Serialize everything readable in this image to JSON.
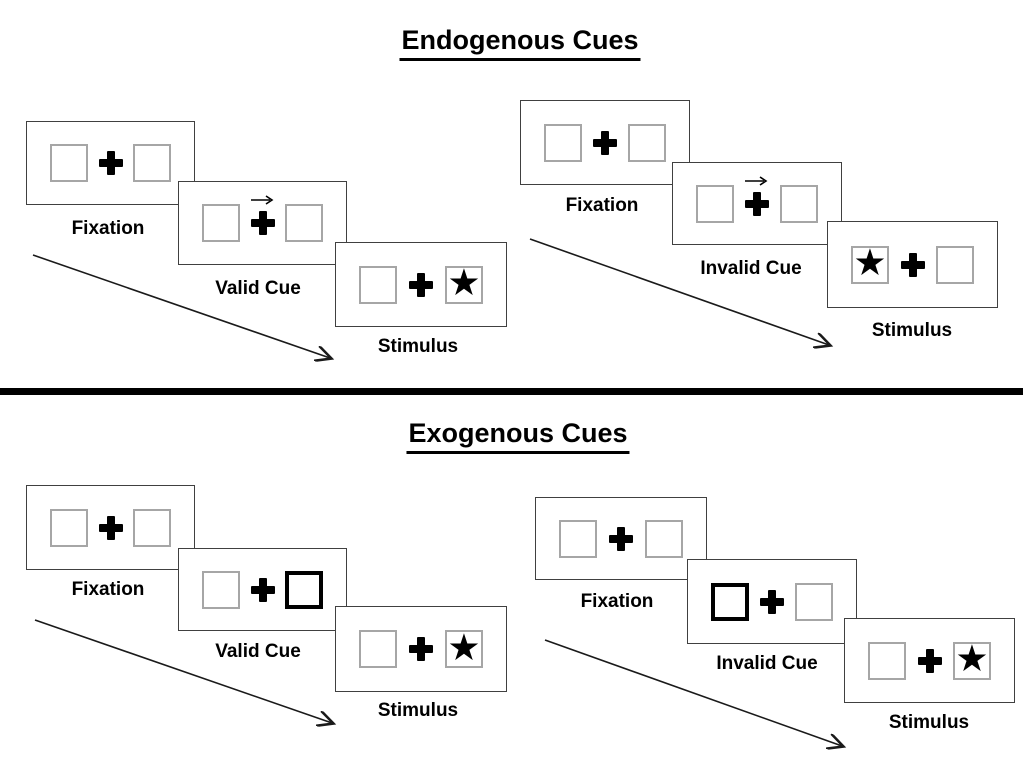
{
  "colors": {
    "background": "#ffffff",
    "ink": "#000000",
    "panel_border": "#404040",
    "placeholder_box_border": "#a6a6a6",
    "exogenous_cue_border": "#000000"
  },
  "glyphs": {
    "star": "★"
  },
  "endogenous": {
    "title": "Endogenous Cues",
    "valid": {
      "fixation_label": "Fixation",
      "cue_label": "Valid Cue",
      "stimulus_label": "Stimulus",
      "cue_type": "central-arrow",
      "cue_direction": "right",
      "target_side": "right"
    },
    "invalid": {
      "fixation_label": "Fixation",
      "cue_label": "Invalid Cue",
      "stimulus_label": "Stimulus",
      "cue_type": "central-arrow",
      "cue_direction": "right",
      "target_side": "left"
    }
  },
  "exogenous": {
    "title": "Exogenous Cues",
    "valid": {
      "fixation_label": "Fixation",
      "cue_label": "Valid Cue",
      "stimulus_label": "Stimulus",
      "cue_type": "peripheral-box-highlight",
      "highlighted_box": "right",
      "target_side": "right"
    },
    "invalid": {
      "fixation_label": "Fixation",
      "cue_label": "Invalid Cue",
      "stimulus_label": "Stimulus",
      "cue_type": "peripheral-box-highlight",
      "highlighted_box": "left",
      "target_side": "right"
    }
  }
}
